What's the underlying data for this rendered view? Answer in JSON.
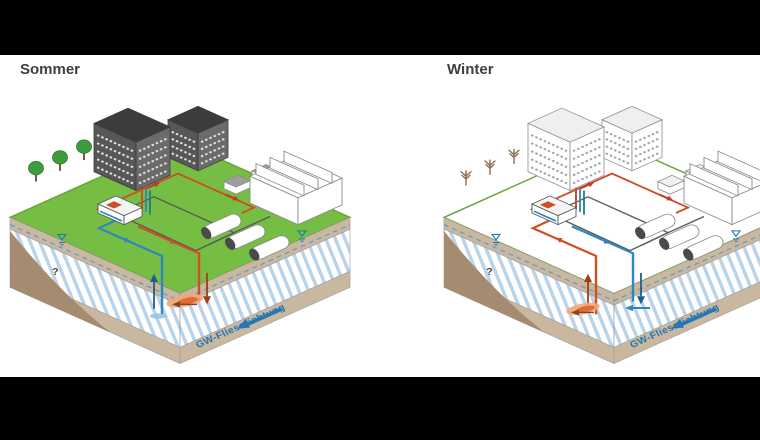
{
  "scene": {
    "panels": [
      {
        "label": "Sommer",
        "gw_flow_label": "GW-Fliessrichtung",
        "uncertainty_marker": "?"
      },
      {
        "label": "Winter",
        "gw_flow_label": "GW-Fliessrichtung",
        "uncertainty_marker": "?"
      }
    ]
  },
  "palette": {
    "grass": "#76bd43",
    "grassLine": "#69a339",
    "soil": "#c9b7a0",
    "bedrock": "#a58b6f",
    "aquiferStripe": "#b9d4ea",
    "warm": "#cc4f26",
    "cold": "#2e86c1",
    "teal": "#1d8080",
    "gwBlue": "#2577b5",
    "plumeCore": "#e06b35",
    "plumeEdge": "#f2a977",
    "label": "#3f3f3f"
  }
}
